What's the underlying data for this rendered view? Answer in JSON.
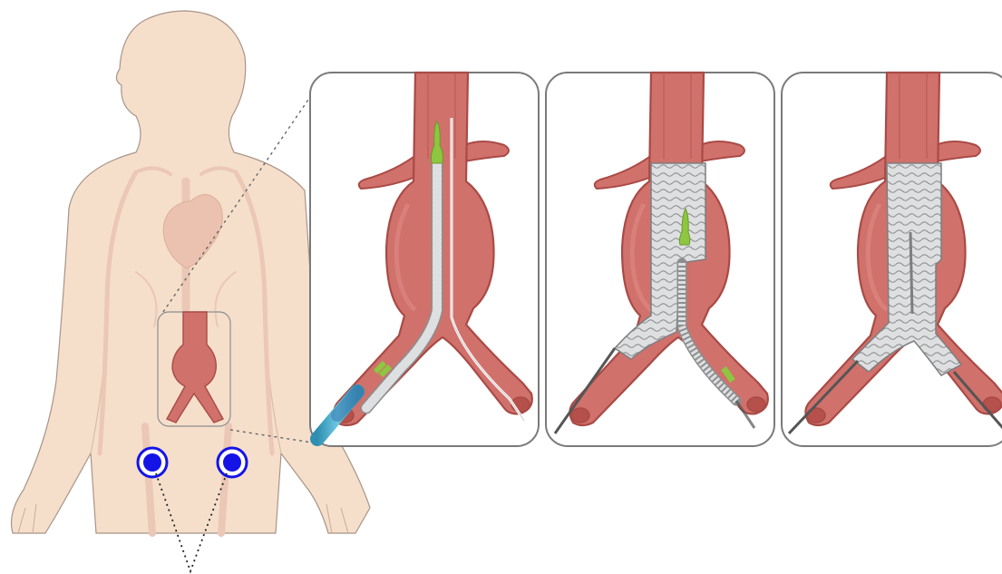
{
  "figure": {
    "title": "",
    "caption": ""
  },
  "colors": {
    "skin": "#f5dfcb",
    "skin_outline": "#a89488",
    "vessel_faint": "#ebc7b6",
    "aorta": "#d0716b",
    "aorta_dark": "#a94a46",
    "aorta_light": "#e08b84",
    "stent_graft": "#d9dadb",
    "stent_wire": "#8c8e90",
    "nose_cone": "#8dc63f",
    "sheath": "#3fa9c9",
    "access_marker": "#1414e6",
    "guide_line": "#555555"
  },
  "body": {
    "access_sites": [
      "right-femoral-access",
      "left-femoral-access"
    ]
  },
  "panels": [
    {
      "id": "panel-1",
      "step": 1,
      "stage": "delivery-system-advanced"
    },
    {
      "id": "panel-2",
      "step": 2,
      "stage": "main-body-deployed-contralateral-limb"
    },
    {
      "id": "panel-3",
      "step": 3,
      "stage": "complete-bifurcated-graft"
    }
  ]
}
